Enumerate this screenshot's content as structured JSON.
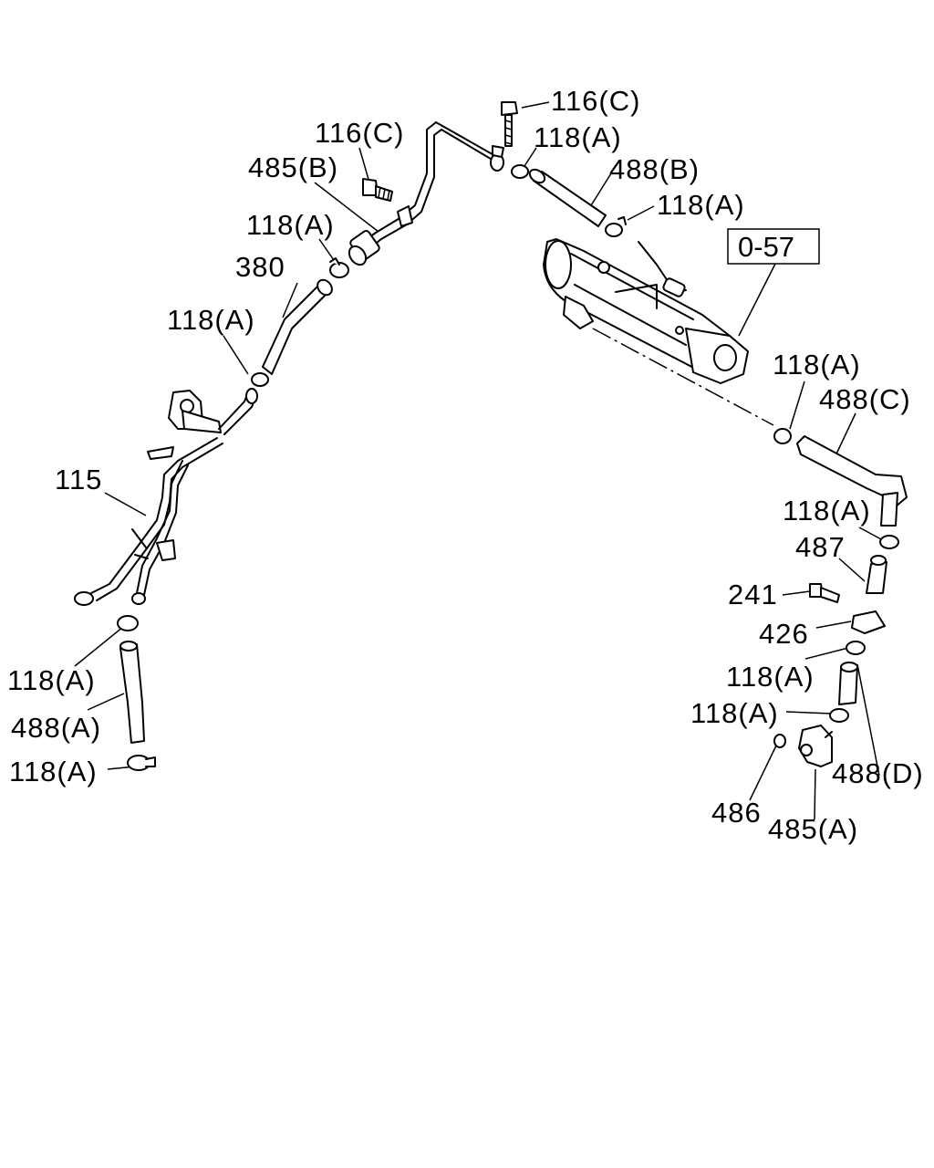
{
  "reference_box": "0-57",
  "callouts": [
    {
      "id": "c1",
      "text": "116(C)"
    },
    {
      "id": "c2",
      "text": "116(C)"
    },
    {
      "id": "c3",
      "text": "118(A)"
    },
    {
      "id": "c4",
      "text": "485(B)"
    },
    {
      "id": "c5",
      "text": "488(B)"
    },
    {
      "id": "c6",
      "text": "118(A)"
    },
    {
      "id": "c7",
      "text": "118(A)"
    },
    {
      "id": "c8",
      "text": "380"
    },
    {
      "id": "c9",
      "text": "118(A)"
    },
    {
      "id": "c10",
      "text": "115"
    },
    {
      "id": "c11",
      "text": "118(A)"
    },
    {
      "id": "c12",
      "text": "488(C)"
    },
    {
      "id": "c13",
      "text": "118(A)"
    },
    {
      "id": "c14",
      "text": "487"
    },
    {
      "id": "c15",
      "text": "241"
    },
    {
      "id": "c16",
      "text": "426"
    },
    {
      "id": "c17",
      "text": "118(A)"
    },
    {
      "id": "c18",
      "text": "118(A)"
    },
    {
      "id": "c19",
      "text": "118(A)"
    },
    {
      "id": "c20",
      "text": "488(A)"
    },
    {
      "id": "c21",
      "text": "118(A)"
    },
    {
      "id": "c22",
      "text": "488(D)"
    },
    {
      "id": "c23",
      "text": "486"
    },
    {
      "id": "c24",
      "text": "485(A)"
    }
  ]
}
